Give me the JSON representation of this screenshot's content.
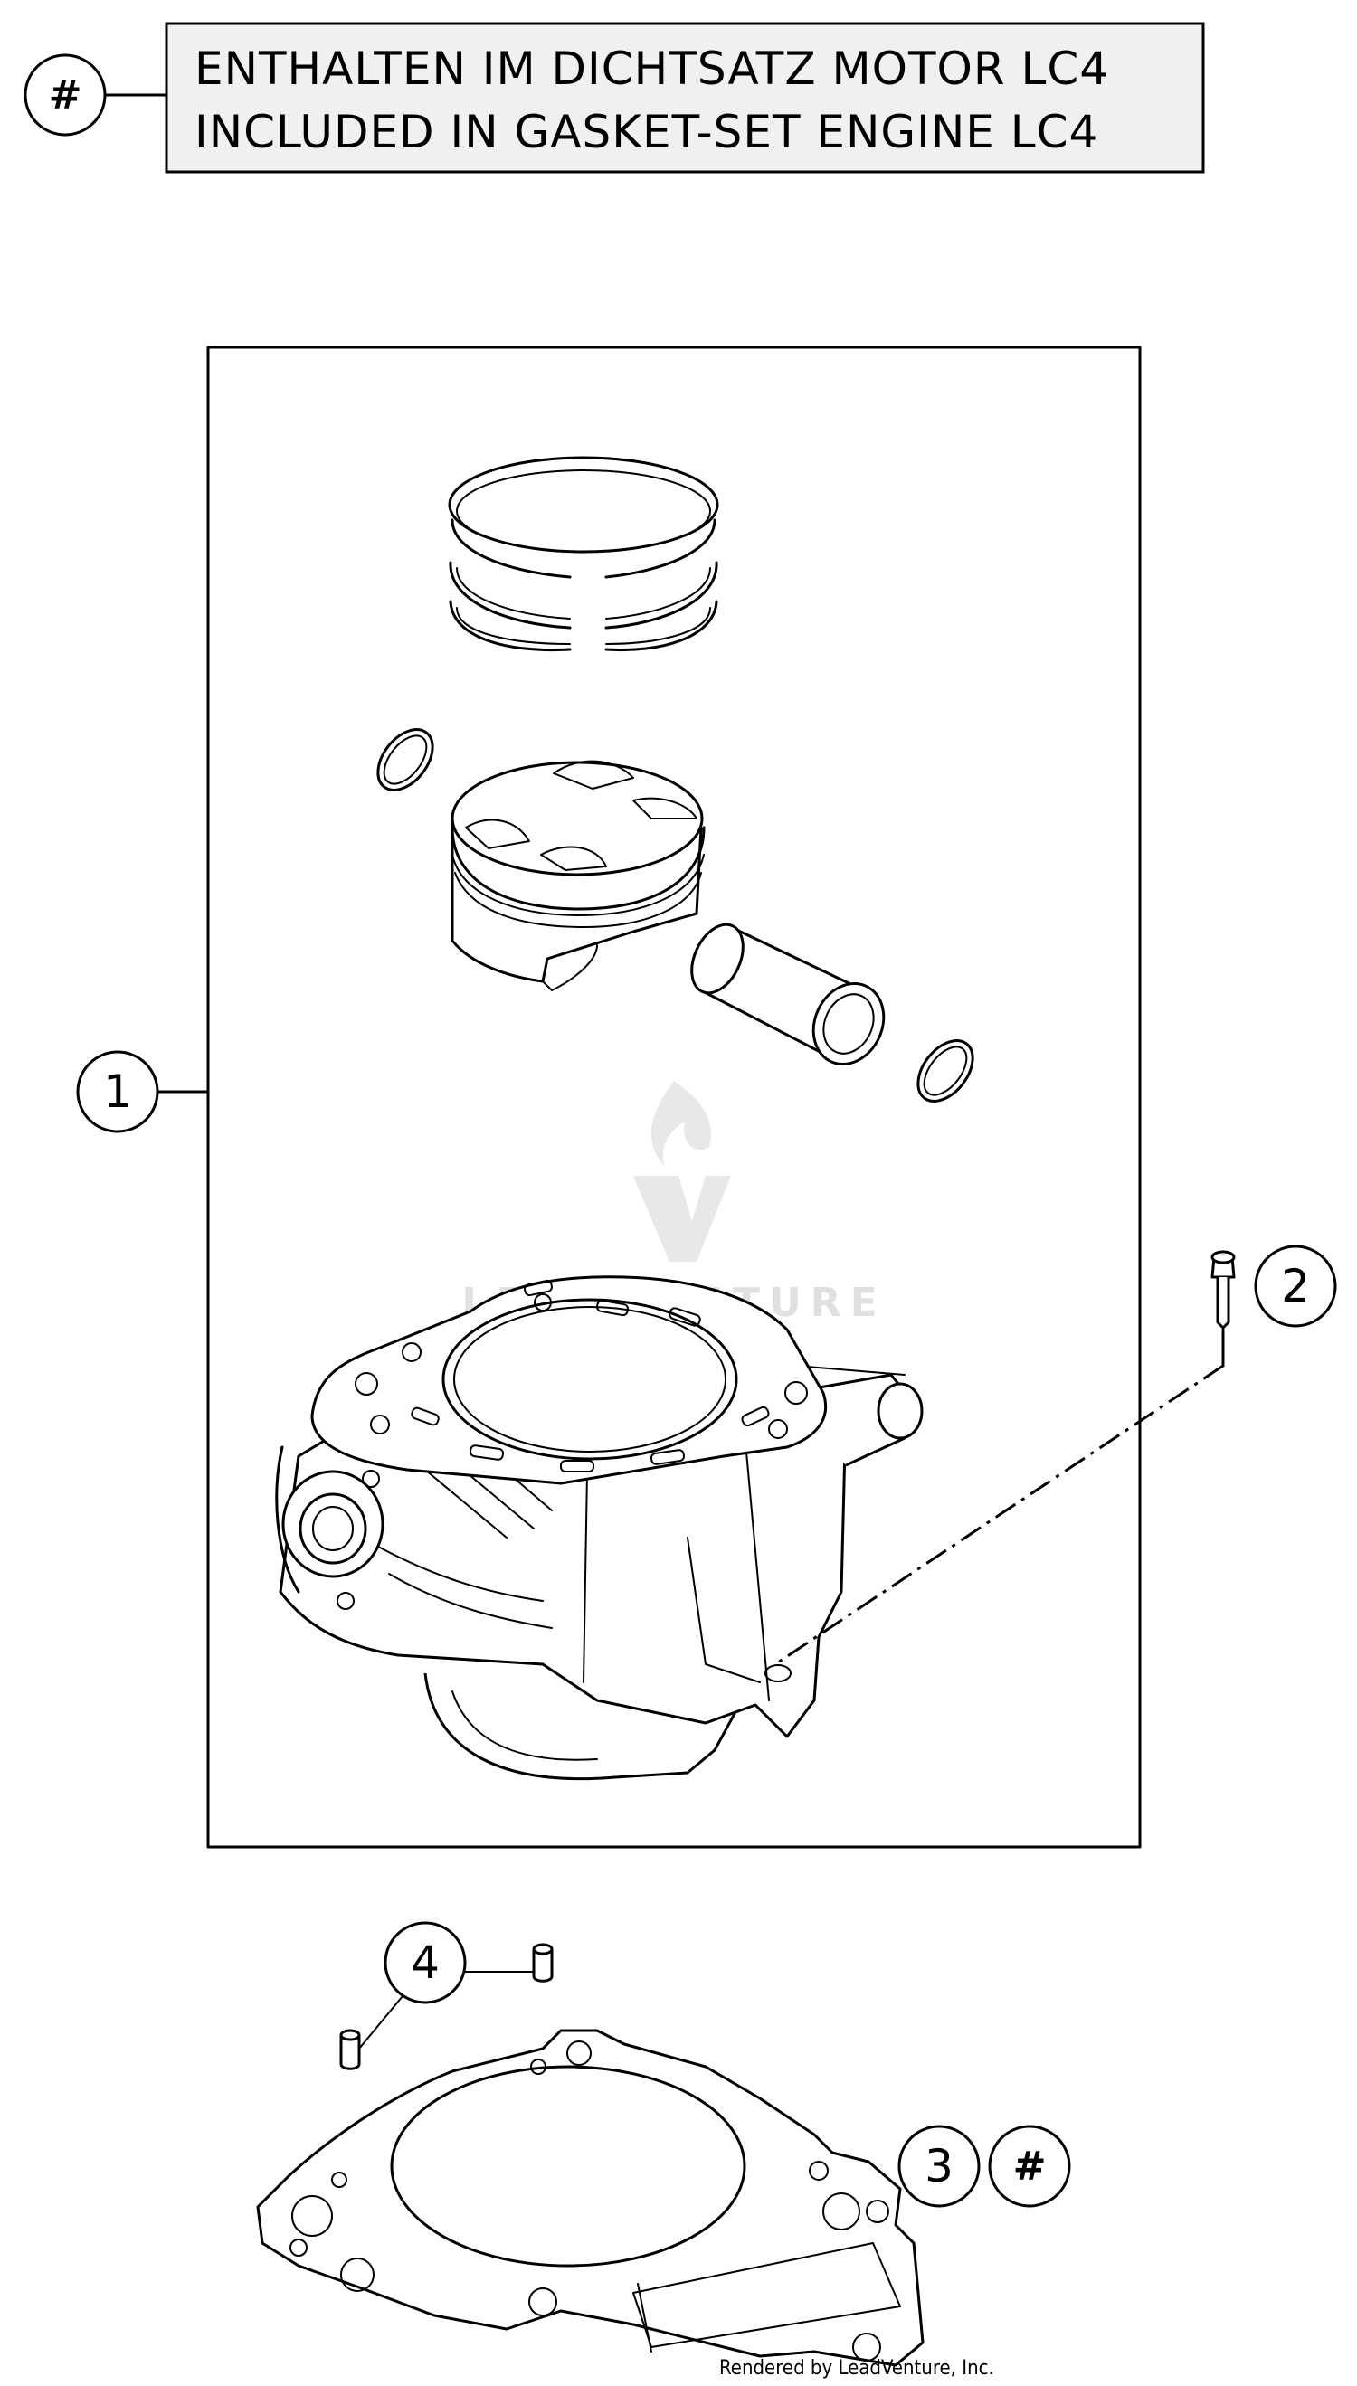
{
  "legend": {
    "symbol": "#",
    "line_de": "ENTHALTEN IM DICHTSATZ MOTOR LC4",
    "line_en": "INCLUDED IN GASKET-SET ENGINE LC4"
  },
  "callouts": [
    {
      "id": "callout-1",
      "label": "1"
    },
    {
      "id": "callout-2",
      "label": "2"
    },
    {
      "id": "callout-3",
      "label": "3"
    },
    {
      "id": "callout-3-hash",
      "label": "#"
    },
    {
      "id": "callout-4",
      "label": "4"
    }
  ],
  "parts": [
    "piston-rings",
    "piston-pin-clip",
    "piston",
    "piston-pin",
    "cylinder",
    "cylinder-bolt",
    "cylinder-base-gasket",
    "dowel-pins"
  ],
  "watermark": {
    "text": "LEADVENTURE",
    "logo": "leadventure-flame-logo"
  },
  "credit": "Rendered by LeadVenture, Inc.",
  "colors": {
    "line": "#000000",
    "background": "#ffffff",
    "watermark": "#e0e0e0"
  }
}
